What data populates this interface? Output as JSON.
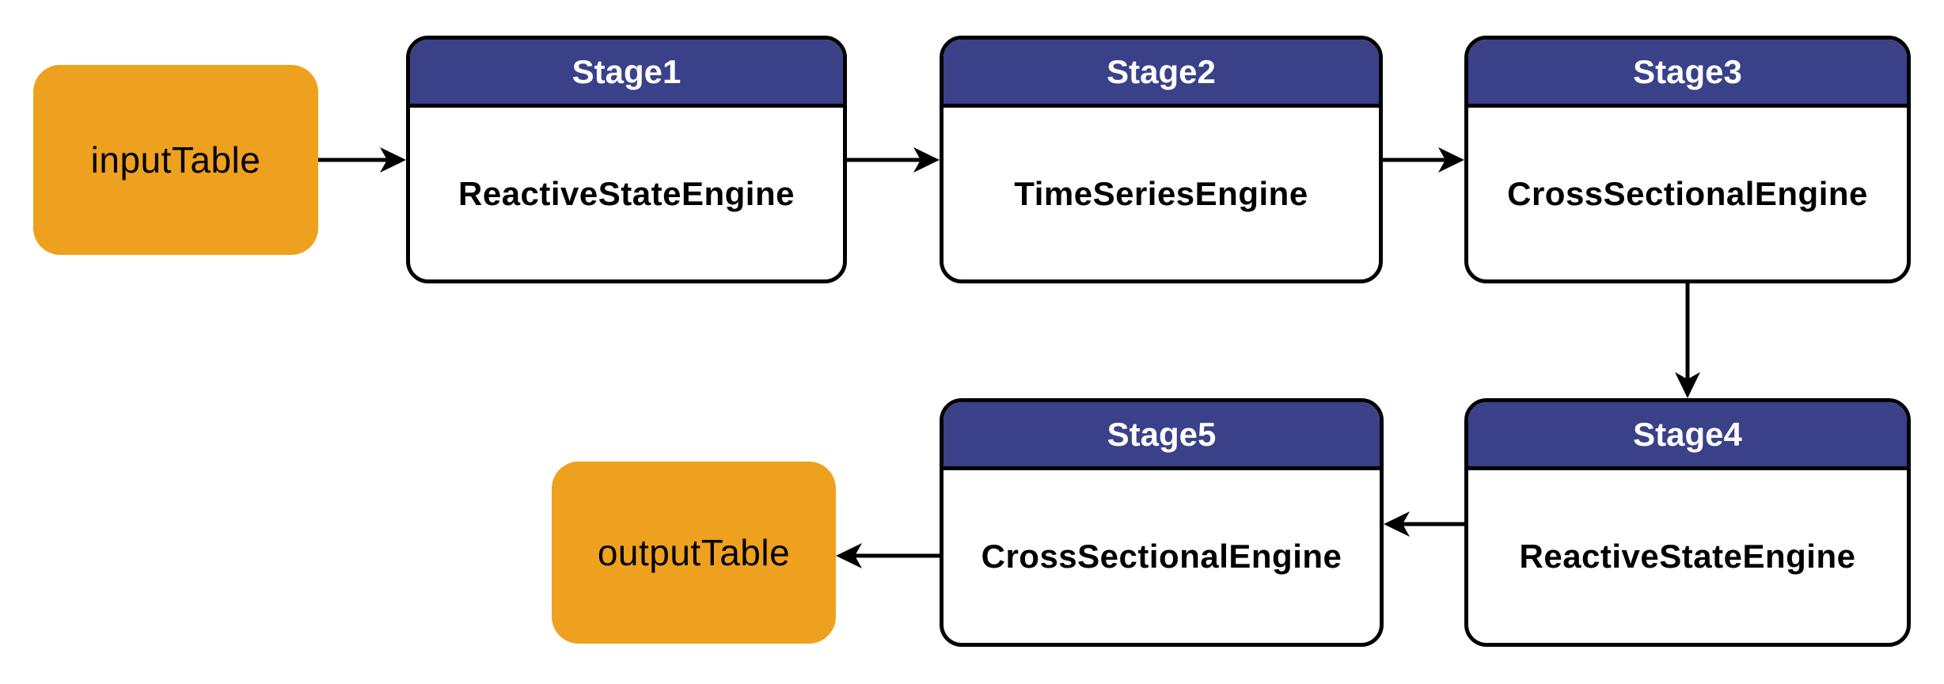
{
  "diagram": {
    "type": "flowchart",
    "background": "#ffffff",
    "colors": {
      "stage_header_fill": "#3A4189",
      "stage_header_text": "#ffffff",
      "stage_body_fill": "#ffffff",
      "stage_body_text": "#000000",
      "table_fill": "#EEA11E",
      "table_text": "#000000",
      "outline": "#000000",
      "arrow": "#000000",
      "canvas_bg": "#ffffff"
    },
    "nodes": {
      "input_table": {
        "label": "inputTable",
        "shape": "rounded-rect",
        "fill": "#EEA11E"
      },
      "stage1": {
        "title": "Stage1",
        "engine": "ReactiveStateEngine"
      },
      "stage2": {
        "title": "Stage2",
        "engine": "TimeSeriesEngine"
      },
      "stage3": {
        "title": "Stage3",
        "engine": "CrossSectionalEngine"
      },
      "stage4": {
        "title": "Stage4",
        "engine": "ReactiveStateEngine"
      },
      "stage5": {
        "title": "Stage5",
        "engine": "CrossSectionalEngine"
      },
      "output_table": {
        "label": "outputTable",
        "shape": "rounded-rect",
        "fill": "#EEA11E"
      }
    },
    "edges": [
      {
        "from": "inputTable",
        "to": "Stage1",
        "direction": "right"
      },
      {
        "from": "Stage1",
        "to": "Stage2",
        "direction": "right"
      },
      {
        "from": "Stage2",
        "to": "Stage3",
        "direction": "right"
      },
      {
        "from": "Stage3",
        "to": "Stage4",
        "direction": "down"
      },
      {
        "from": "Stage4",
        "to": "Stage5",
        "direction": "left"
      },
      {
        "from": "Stage5",
        "to": "outputTable",
        "direction": "left"
      }
    ]
  }
}
